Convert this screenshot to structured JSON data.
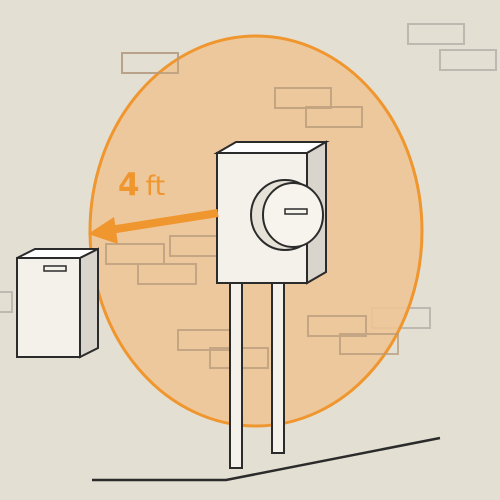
{
  "diagram": {
    "clearance": {
      "value": "4",
      "unit": "ft"
    },
    "colors": {
      "background": "#e3dfd3",
      "clearance_zone_fill": "#efc493",
      "clearance_zone_stroke": "#f0962e",
      "arrow": "#f0962e",
      "brick_outline": "#bdb9b0",
      "box_fill": "#f4f1ea",
      "box_side": "#d9d5cc",
      "line": "#2b2b2b"
    },
    "objects": {
      "meter": "electric-meter-icon",
      "nearby_box": "equipment-box-icon",
      "conduit": "conduit-pipes",
      "ground": "ground-line"
    }
  }
}
